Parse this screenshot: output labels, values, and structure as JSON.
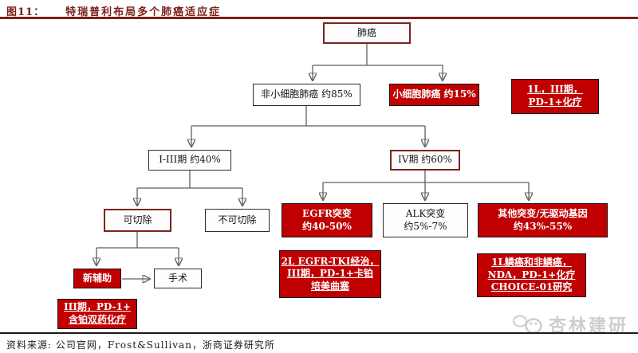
{
  "colors": {
    "red_fill": "#C00000",
    "dark_red_accent": "#7C2018",
    "arrow_head_red": "#8B1008",
    "connector_gray": "#5F5F5F",
    "watermark_gray": "#CDCDCD"
  },
  "header": {
    "figure_label": "图11：",
    "title": "特瑞普利布局多个肺癌适应症"
  },
  "flowchart": {
    "nodes": {
      "lung_cancer": {
        "label": "肺癌"
      },
      "nsclc": {
        "label": "非小细胞肺癌 约85%"
      },
      "sclc": {
        "label": "小细胞肺癌 约15%"
      },
      "sclc_therapy": {
        "lines": [
          "1L，III期，",
          "PD-1+化疗"
        ]
      },
      "stage_1_3": {
        "label": "I-III期 约40%"
      },
      "stage_4": {
        "label": "IV期 约60%"
      },
      "resectable": {
        "label": "可切除"
      },
      "unresectable": {
        "label": "不可切除"
      },
      "egfr_mutation": {
        "lines": [
          "EGFR突变",
          "约40-50%"
        ]
      },
      "alk_mutation": {
        "lines": [
          "ALK突变",
          "约5%-7%"
        ]
      },
      "other_mutation": {
        "lines": [
          "其他突变/无驱动基因",
          "约43%-55%"
        ]
      },
      "egfr_therapy": {
        "lines": [
          "2L EGFR-TKI经治，",
          "III期，PD-1+卡铂",
          "培美曲塞"
        ]
      },
      "neoadjuvant": {
        "label": "新辅助"
      },
      "surgery": {
        "label": "手术"
      },
      "neoadjuvant_therapy": {
        "lines": [
          "III期，PD-1+",
          "含铂双药化疗"
        ]
      },
      "other_therapy": {
        "lines": [
          "1L鳞癌和非鳞癌，",
          "NDA，PD-1+化疗",
          "CHOICE-01研究"
        ]
      }
    }
  },
  "footer": {
    "source": "资料来源: 公司官网，Frost&Sullivan，浙商证券研究所"
  },
  "watermark": {
    "text": "杏林建研"
  }
}
